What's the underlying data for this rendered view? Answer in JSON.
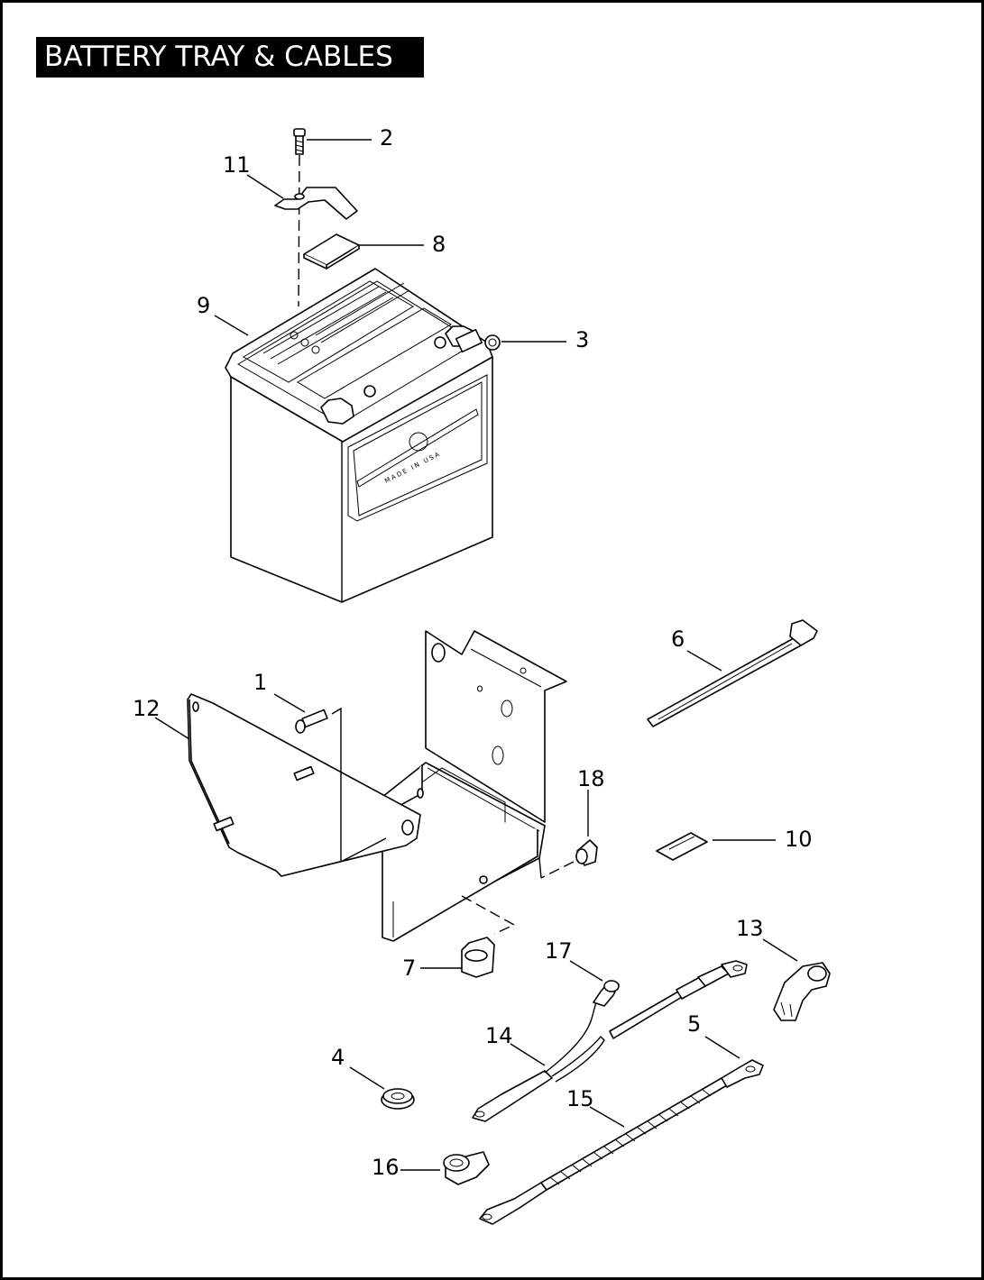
{
  "title": "BATTERY TRAY & CABLES",
  "battery_imprint": "MADE IN USA",
  "callouts": [
    {
      "id": "c1",
      "number": "1"
    },
    {
      "id": "c2",
      "number": "2"
    },
    {
      "id": "c3",
      "number": "3"
    },
    {
      "id": "c4",
      "number": "4"
    },
    {
      "id": "c5",
      "number": "5"
    },
    {
      "id": "c6",
      "number": "6"
    },
    {
      "id": "c7",
      "number": "7"
    },
    {
      "id": "c8",
      "number": "8"
    },
    {
      "id": "c9",
      "number": "9"
    },
    {
      "id": "c10",
      "number": "10"
    },
    {
      "id": "c11",
      "number": "11"
    },
    {
      "id": "c12",
      "number": "12"
    },
    {
      "id": "c13",
      "number": "13"
    },
    {
      "id": "c14",
      "number": "14"
    },
    {
      "id": "c15",
      "number": "15"
    },
    {
      "id": "c16",
      "number": "16"
    },
    {
      "id": "c17",
      "number": "17"
    },
    {
      "id": "c18",
      "number": "18"
    }
  ]
}
